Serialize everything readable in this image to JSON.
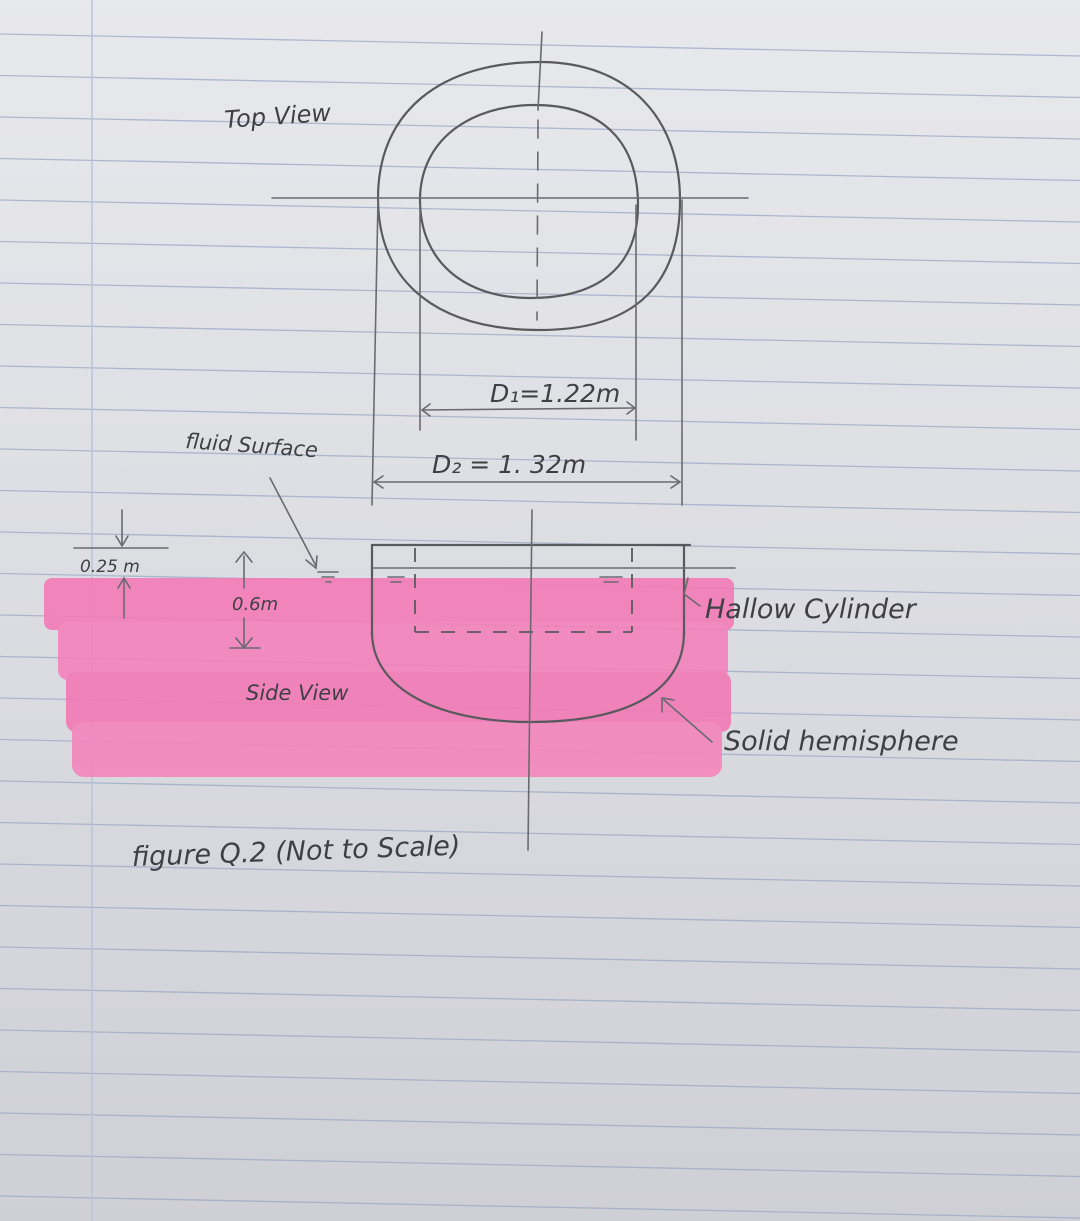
{
  "labels": {
    "top_view": "Top View",
    "side_view": "Side View",
    "fluid_surface": "fluid Surface",
    "d1": "D₁=1.22m",
    "d2": "D₂ = 1. 32m",
    "depth_outside": "0.25 m",
    "depth_inside": "0.6m",
    "hollow_cylinder": "Hallow Cylinder",
    "solid_hemisphere": "Solid hemisphere",
    "caption": "figure Q.2 (Not to Scale)"
  },
  "colors": {
    "paper": "#dcdde3",
    "pencil": "#5a5a5e",
    "highlighter": "#f47ab6",
    "rules": "#9aa8c8"
  }
}
